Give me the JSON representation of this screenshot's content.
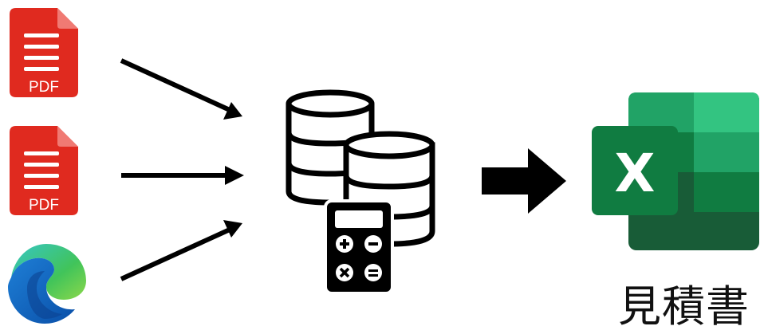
{
  "sources": [
    {
      "type": "pdf",
      "label": "PDF",
      "icon": "pdf-file-icon"
    },
    {
      "type": "pdf",
      "label": "PDF",
      "icon": "pdf-file-icon"
    },
    {
      "type": "browser",
      "icon": "edge-browser-icon"
    }
  ],
  "processor": {
    "icon": "database-calculator-icon"
  },
  "output": {
    "icon": "excel-icon",
    "letter": "X",
    "caption": "見積書"
  },
  "colors": {
    "pdf_red": "#E02A1F",
    "excel_dark": "#185C37",
    "excel_mid": "#21A366",
    "excel_light": "#33C481",
    "arrow": "#000000"
  }
}
